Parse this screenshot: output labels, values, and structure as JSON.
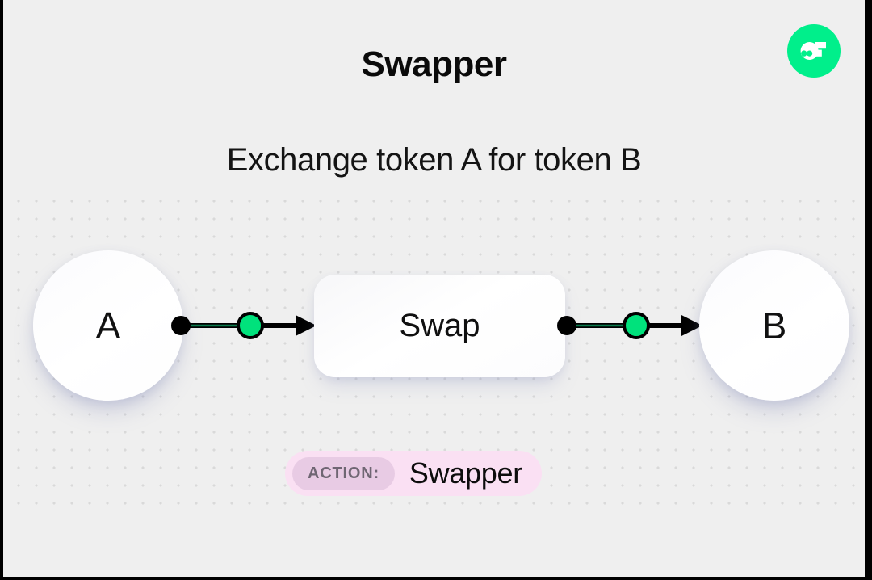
{
  "header": {
    "title": "Swapper",
    "subtitle": "Exchange token A for token B"
  },
  "brand": {
    "icon_name": "flow-logo-icon",
    "color": "#00ef8b",
    "glyph_color": "#ffffff"
  },
  "diagram": {
    "type": "flow",
    "nodes": [
      {
        "id": "token-a",
        "label": "A",
        "shape": "circle"
      },
      {
        "id": "swap",
        "label": "Swap",
        "shape": "rounded-rect"
      },
      {
        "id": "token-b",
        "label": "B",
        "shape": "circle"
      }
    ],
    "edges": [
      {
        "from": "token-a",
        "to": "swap",
        "marker": "arrow",
        "accent": "#00d977"
      },
      {
        "from": "swap",
        "to": "token-b",
        "marker": "arrow",
        "accent": "#00d977"
      }
    ],
    "colors": {
      "node_fill": "#ffffff",
      "edge_stroke": "#000000",
      "edge_node_fill": "#00e27c",
      "background": "#efefef",
      "dot_grid": "#d9d9d9"
    }
  },
  "action": {
    "key_label": "ACTION:",
    "value_label": "Swapper",
    "badge_color": "#fae0f3",
    "key_chip_color": "#e8cbe4"
  }
}
